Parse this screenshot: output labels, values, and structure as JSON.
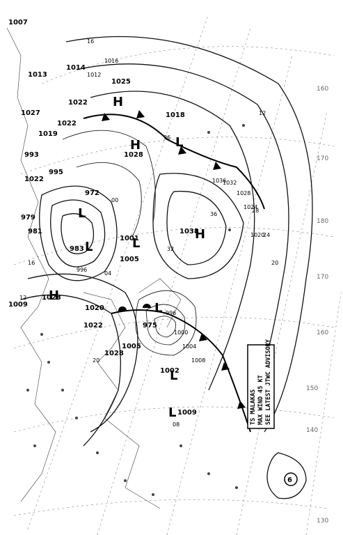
{
  "isobar_labels": [
    "1007",
    "1009",
    "1022",
    "1023",
    "1020",
    "1022",
    "1028",
    "1005",
    "1002",
    "1009",
    "983",
    "981",
    "979",
    "1001",
    "1005",
    "975",
    "1038",
    "1028",
    "1025",
    "1022",
    "1018",
    "1014",
    "1013",
    "1019",
    "1022",
    "1027",
    "995",
    "993",
    "972",
    "996",
    "1000",
    "1004",
    "1008",
    "996",
    "1012",
    "1016",
    "1020",
    "1024",
    "1028",
    "1032",
    "1036"
  ],
  "small_labels": [
    "16",
    "12",
    "08",
    "04",
    "00",
    "96",
    "20",
    "24",
    "28",
    "32",
    "36",
    "12",
    "16",
    "20"
  ],
  "systems": [
    {
      "type": "H",
      "label": "1038"
    },
    {
      "type": "H",
      "label": "1028"
    },
    {
      "type": "H",
      "label": "1025"
    },
    {
      "type": "H",
      "label": "1023"
    },
    {
      "type": "L",
      "label": "975"
    },
    {
      "type": "L",
      "label": "972"
    },
    {
      "type": "L",
      "label": "1005"
    },
    {
      "type": "L",
      "label": "1002"
    },
    {
      "type": "L",
      "label": "1009"
    },
    {
      "type": "L",
      "label": "983"
    },
    {
      "type": "L",
      "label": "1018"
    }
  ],
  "advisory": {
    "line1": "TS MALAKAS",
    "line2": "MAX WIND 45 KT",
    "line3": "SEE LATEST JTWC ADVISORY"
  },
  "longitudes": [
    "130",
    "140",
    "150",
    "160",
    "170",
    "180",
    "170",
    "160"
  ],
  "tropical_symbol": "6"
}
